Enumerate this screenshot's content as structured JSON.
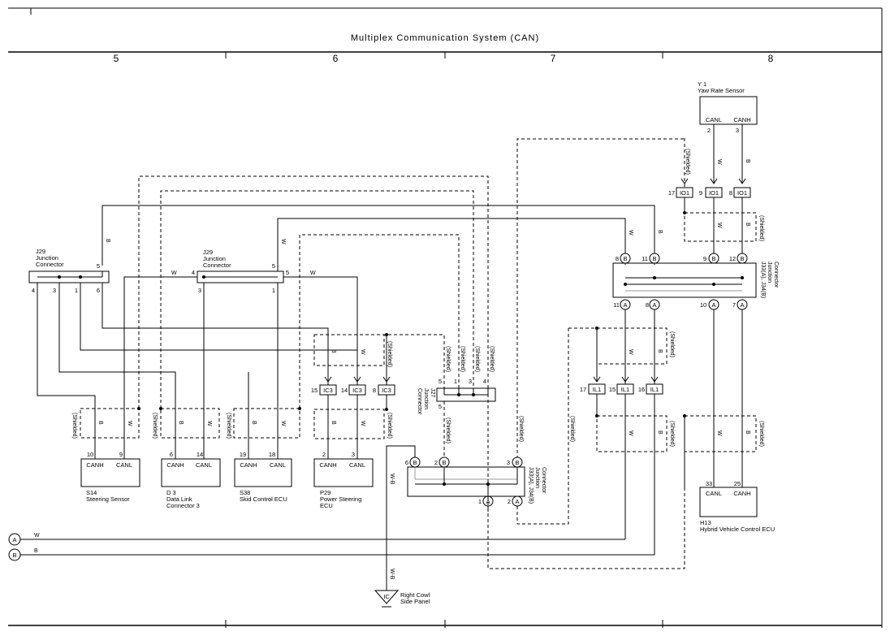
{
  "title": "Multiplex Communication System (CAN)",
  "columns": [
    "5",
    "6",
    "7",
    "8"
  ],
  "shielded": "(Shielded)",
  "wire_colors": {
    "white": "W",
    "black": "B",
    "ground": "W-B"
  },
  "components": {
    "y1": {
      "code": "Y 1",
      "name": "Yaw Rate Sensor",
      "pin_labels": [
        "CANL",
        "CANH"
      ],
      "pins": [
        "2",
        "3"
      ]
    },
    "j29a": {
      "code": "J29",
      "name1": "Junction",
      "name2": "Connector",
      "pins": [
        "5",
        "4",
        "3",
        "1",
        "6"
      ]
    },
    "j29b": {
      "code": "J29",
      "name1": "Junction",
      "name2": "Connector",
      "pins": [
        "5",
        "4",
        "3",
        "1"
      ]
    },
    "j27": {
      "code": "J27",
      "name1": "Junction",
      "name2": "Connector",
      "pins": [
        "5",
        "1",
        "3",
        "4",
        "5"
      ]
    },
    "j33a": {
      "code": "J33(A), J34(B)",
      "name1": "Junction",
      "name2": "Connector",
      "top_pins": [
        "8",
        "11",
        "9",
        "12"
      ],
      "bottom_pins": [
        "11",
        "8",
        "10",
        "7"
      ]
    },
    "j33b": {
      "code": "J33(A), J34(B)",
      "name1": "Junction",
      "name2": "Connector",
      "top_pins": [
        "6",
        "2",
        "3"
      ],
      "bottom_pins": [
        "1",
        "2"
      ]
    },
    "s14": {
      "code": "S14",
      "name": "Steering Sensor",
      "pin_labels": [
        "CANH",
        "CANL"
      ],
      "pins": [
        "10",
        "9"
      ]
    },
    "d3": {
      "code": "D 3",
      "name1": "Data Link",
      "name2": "Connector 3",
      "pin_labels": [
        "CANH",
        "CANL"
      ],
      "pins": [
        "6",
        "14"
      ]
    },
    "s38": {
      "code": "S38",
      "name": "Skid Control ECU",
      "pin_labels": [
        "CANH",
        "CANL"
      ],
      "pins": [
        "19",
        "18"
      ]
    },
    "p29": {
      "code": "P29",
      "name1": "Power Steering",
      "name2": "ECU",
      "pin_labels": [
        "CANH",
        "CANL"
      ],
      "pins": [
        "2",
        "3"
      ]
    },
    "h13": {
      "code": "H13",
      "name": "Hybrid Vehicle Control ECU",
      "pin_labels": [
        "CANL",
        "CANH"
      ],
      "pins": [
        "33",
        "25"
      ]
    },
    "ground": {
      "code": "IC",
      "name1": "Right Cowl",
      "name2": "Side Panel"
    }
  },
  "connectors": {
    "io1": {
      "label": "IO1",
      "pins": [
        "17",
        "9",
        "8"
      ]
    },
    "ic3": {
      "label": "IC3",
      "pins": [
        "15",
        "14",
        "8"
      ]
    },
    "il1": {
      "label": "IL1",
      "pins": [
        "17",
        "15",
        "16"
      ]
    }
  },
  "circle_labels": {
    "a": "A",
    "b": "B"
  }
}
